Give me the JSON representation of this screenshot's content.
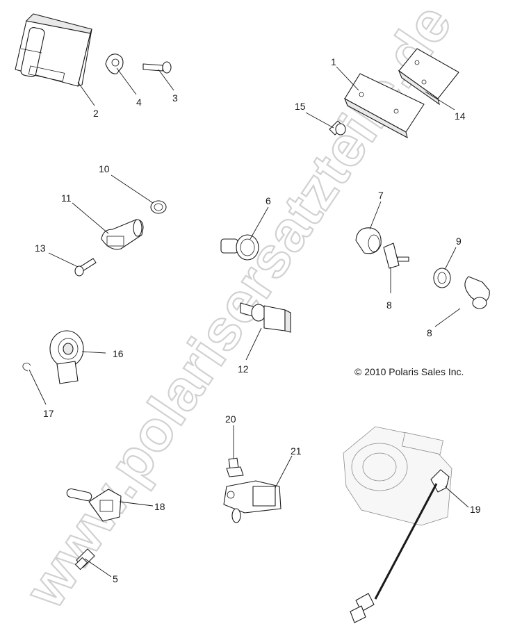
{
  "watermark": "www.polarisersatzteile.de",
  "copyright": "© 2010 Polaris Sales Inc.",
  "callouts": [
    "1",
    "2",
    "3",
    "4",
    "5",
    "6",
    "7",
    "8",
    "8",
    "9",
    "10",
    "11",
    "12",
    "13",
    "14",
    "15",
    "16",
    "17",
    "18",
    "19",
    "20",
    "21"
  ]
}
